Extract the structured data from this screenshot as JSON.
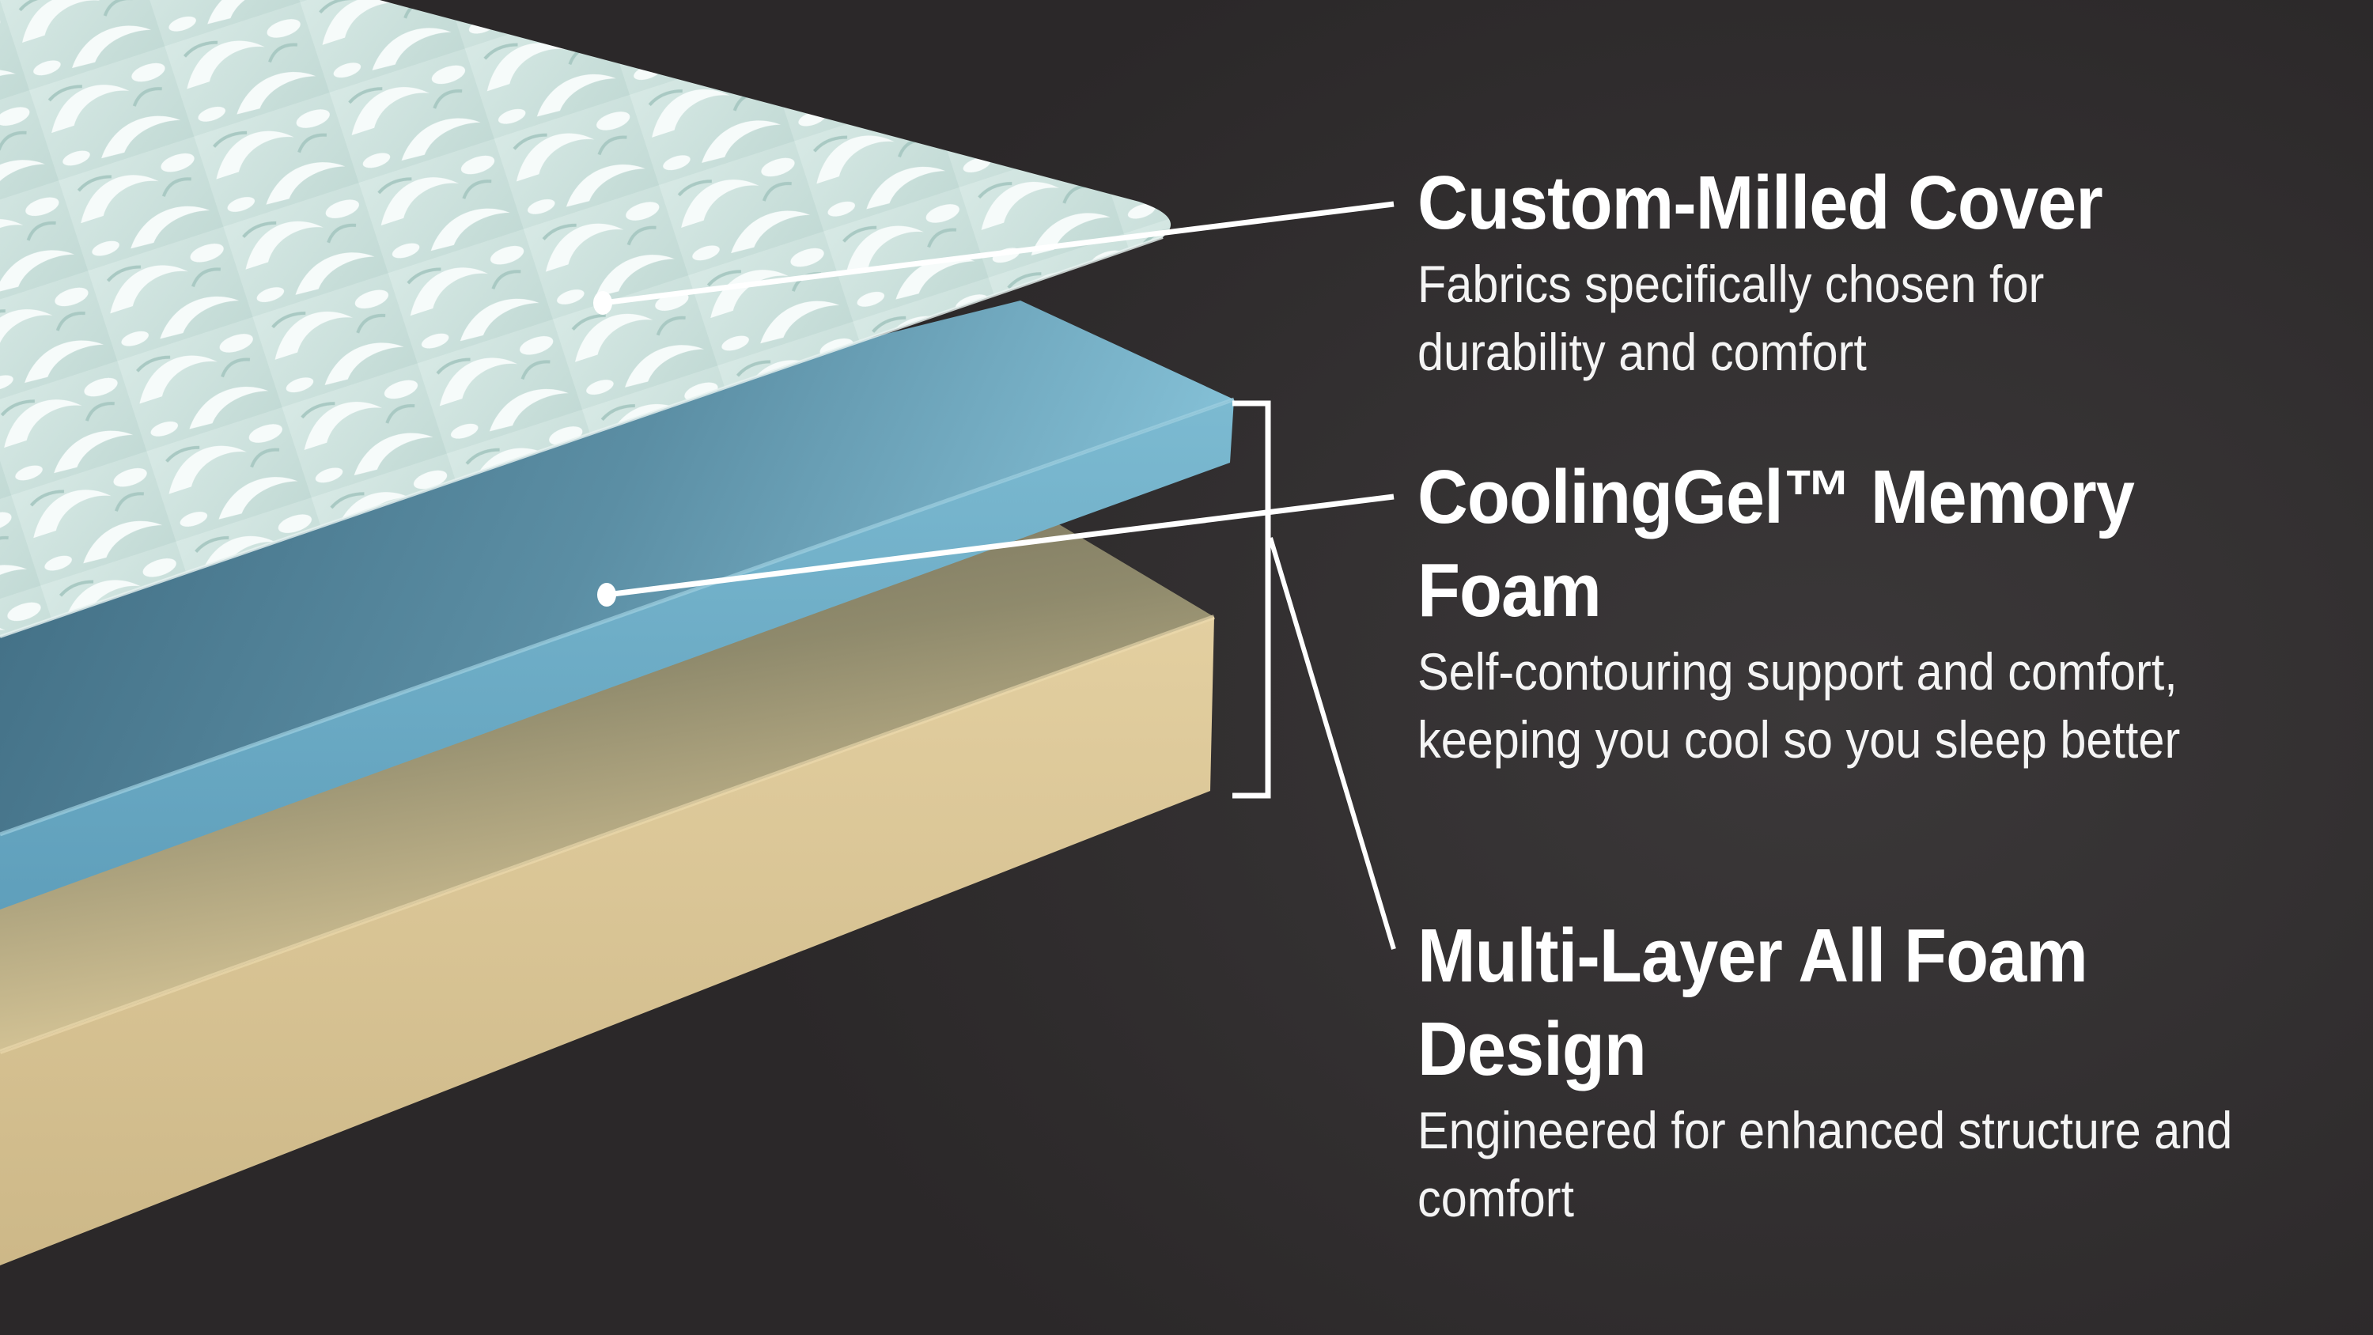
{
  "colors": {
    "background": "#2f2b2d",
    "cover_base": "#cfe3df",
    "cover_pattern": "#f7fbfa",
    "gel_layer_top": "#4e7d93",
    "gel_layer_edge": "#7ab8cf",
    "foam_layer_top": "#8b8468",
    "foam_layer_edge": "#d9c79a",
    "callout_line": "#ffffff",
    "text": "#ffffff"
  },
  "layers": [
    {
      "id": "cover",
      "title": "Custom-Milled Cover",
      "description": "Fabrics specifically chosen for durability and comfort"
    },
    {
      "id": "gel",
      "title": "CoolingGel™ Memory Foam",
      "description": "Self-contouring support and comfort, keeping you cool so you sleep better"
    },
    {
      "id": "foam",
      "title": "Multi-Layer All Foam Design",
      "description": "Engineered for enhanced structure and comfort"
    }
  ]
}
